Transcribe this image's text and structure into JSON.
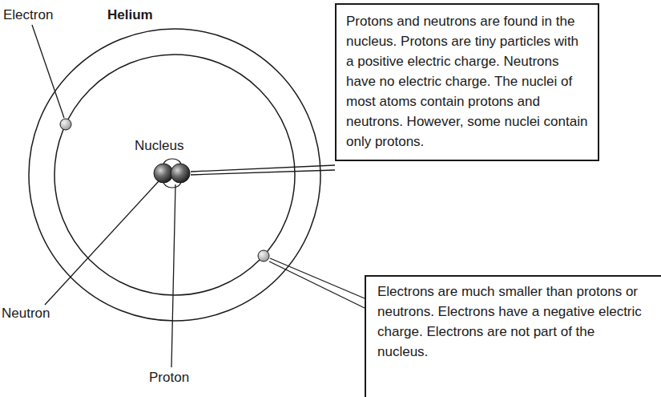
{
  "diagram": {
    "nodes": [
      {
        "text": [
          "Protons and neutrons are found in the nucleus. Protons are tiny particles with a positive electric charge. Neutrons have no electric charge. The nuclei of most atoms contain protons and neutrons. However, some nuclei contain only protons."
        ]
      },
      {
        "text": [
          "Electrons are much smaller than protons or neutrons. Electrons have a negative electric charge. Electrons are not part of the nucleus."
        ]
      }
    ],
    "labels": [
      "Electron",
      "Helium",
      "Nucleus",
      "Neutron",
      "Proton"
    ]
  }
}
